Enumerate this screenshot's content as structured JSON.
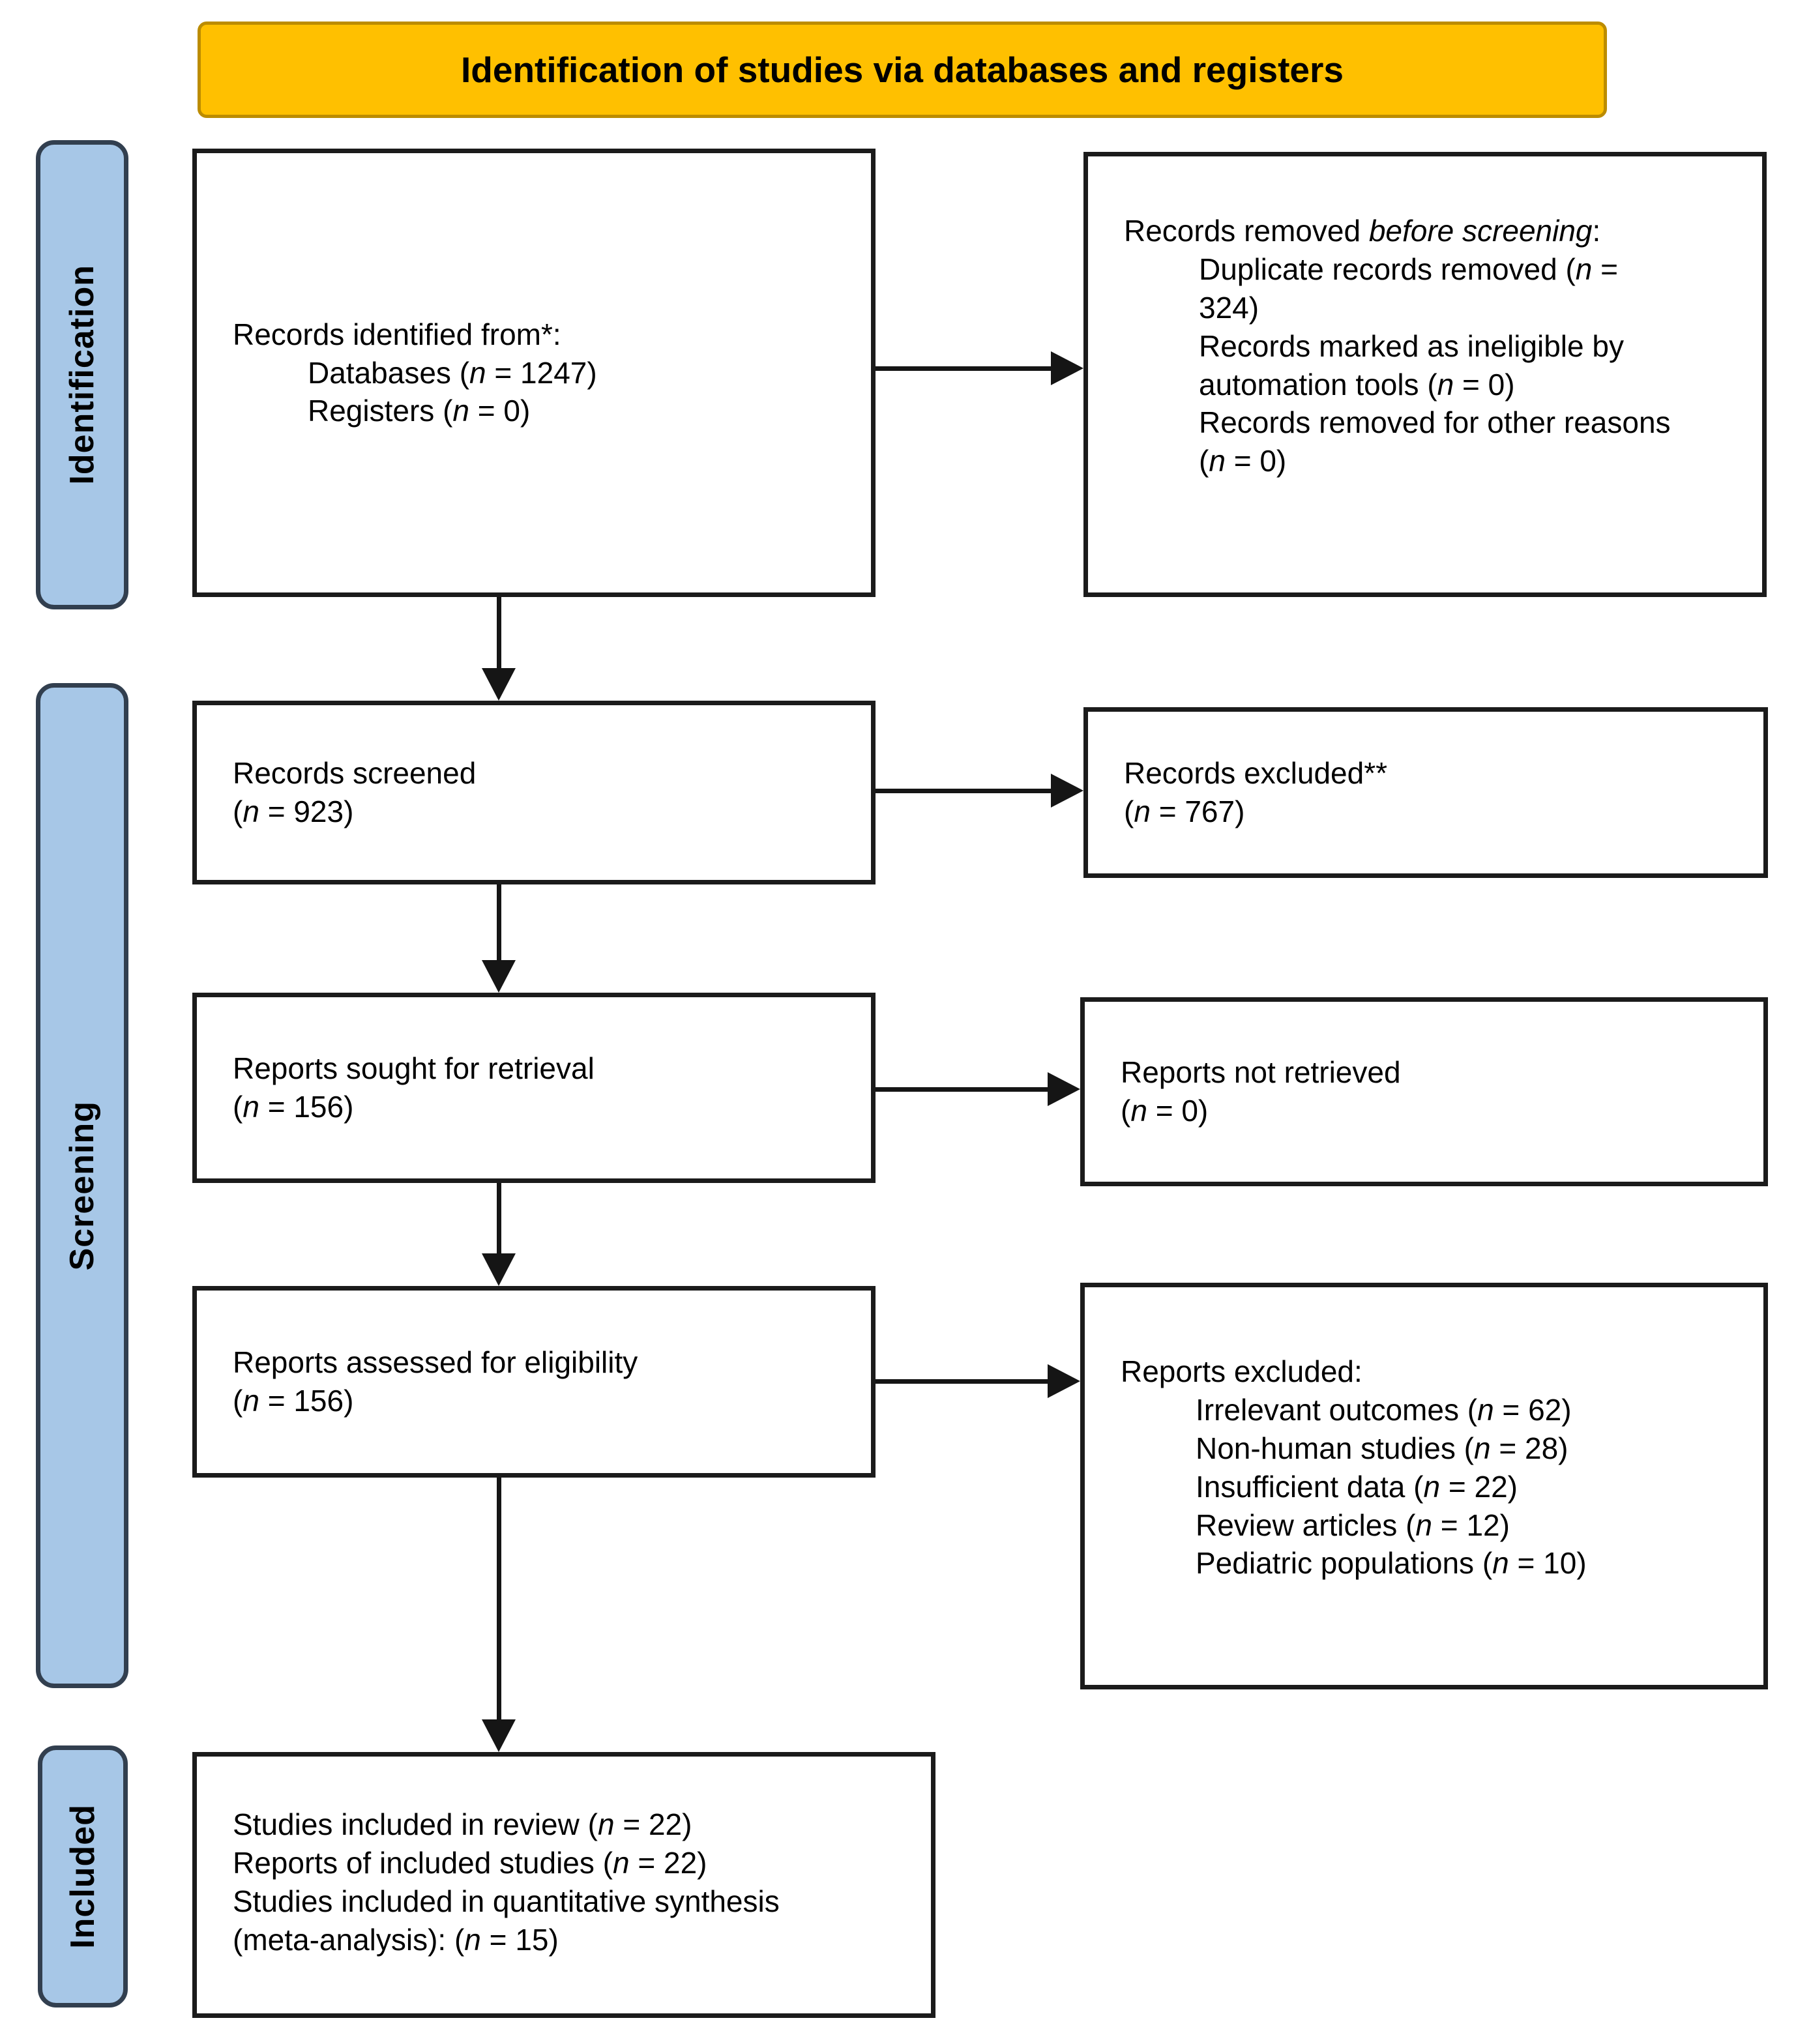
{
  "banner": {
    "title": "Identification of studies via databases and registers"
  },
  "stages": [
    {
      "label": "Identification"
    },
    {
      "label": "Screening"
    },
    {
      "label": "Included"
    }
  ],
  "boxes": {
    "identified": {
      "lines": [
        {
          "i": 0,
          "t": "Records identified from*:"
        },
        {
          "i": 1,
          "t": "Databases (~n~ = 1247)"
        },
        {
          "i": 1,
          "t": "Registers (~n~ = 0)"
        }
      ]
    },
    "removed": {
      "lines": [
        {
          "i": 0,
          "t": "Records removed ~before screening~:"
        },
        {
          "i": 1,
          "t": "Duplicate records removed (~n~ = 324)"
        },
        {
          "i": 1,
          "t": "Records marked as ineligible by automation tools (~n~ = 0)"
        },
        {
          "i": 1,
          "t": "Records removed for other reasons (~n~ = 0)"
        }
      ]
    },
    "screened": {
      "lines": [
        {
          "i": 0,
          "t": "Records screened"
        },
        {
          "i": 0,
          "t": "(~n~ = 923)"
        }
      ]
    },
    "records_excluded": {
      "lines": [
        {
          "i": 0,
          "t": "Records excluded**"
        },
        {
          "i": 0,
          "t": "(~n~ = 767)"
        }
      ]
    },
    "sought": {
      "lines": [
        {
          "i": 0,
          "t": "Reports sought for retrieval"
        },
        {
          "i": 0,
          "t": "(~n~ = 156)"
        }
      ]
    },
    "not_retrieved": {
      "lines": [
        {
          "i": 0,
          "t": "Reports not retrieved"
        },
        {
          "i": 0,
          "t": "(~n~ = 0)"
        }
      ]
    },
    "assessed": {
      "lines": [
        {
          "i": 0,
          "t": "Reports assessed for eligibility"
        },
        {
          "i": 0,
          "t": "(~n~ = 156)"
        }
      ]
    },
    "reports_excluded": {
      "lines": [
        {
          "i": 0,
          "t": "Reports excluded:"
        },
        {
          "i": 1,
          "t": "Irrelevant outcomes (~n~ = 62)"
        },
        {
          "i": 1,
          "t": "Non-human studies (~n~ = 28)"
        },
        {
          "i": 1,
          "t": "Insufficient data (~n~ = 22)"
        },
        {
          "i": 1,
          "t": "Review articles (~n~ = 12)"
        },
        {
          "i": 1,
          "t": "Pediatric populations (~n~ = 10)"
        }
      ]
    },
    "included": {
      "lines": [
        {
          "i": 0,
          "t": "Studies included in review (~n~ = 22)"
        },
        {
          "i": 0,
          "t": "Reports of included studies (~n~ = 22)"
        },
        {
          "i": 0,
          "t": "Studies included in quantitative synthesis (meta-analysis): (~n~ = 15)"
        }
      ]
    }
  },
  "colors": {
    "banner_fill": "#FFC000",
    "banner_border": "#BC8C00",
    "stage_fill": "#A7C7E7",
    "stage_border": "#323F4F",
    "box_border": "#1B1B1B",
    "arrow": "#151515"
  }
}
